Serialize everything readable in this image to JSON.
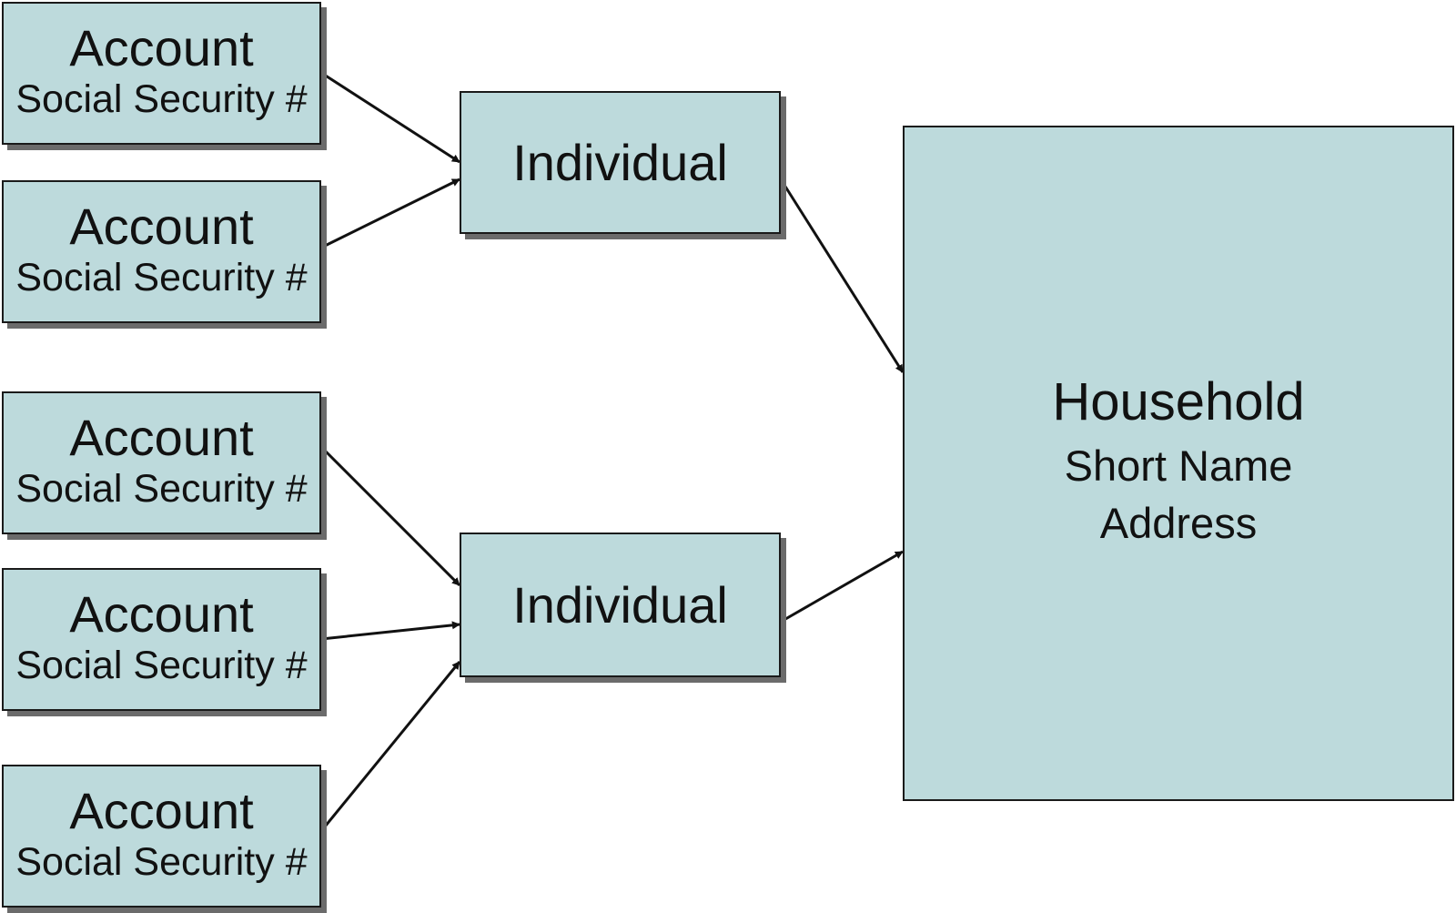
{
  "accounts": [
    {
      "title": "Account",
      "subtitle": "Social Security #"
    },
    {
      "title": "Account",
      "subtitle": "Social Security #"
    },
    {
      "title": "Account",
      "subtitle": "Social Security #"
    },
    {
      "title": "Account",
      "subtitle": "Social Security #"
    },
    {
      "title": "Account",
      "subtitle": "Social Security #"
    }
  ],
  "individuals": [
    {
      "title": "Individual"
    },
    {
      "title": "Individual"
    }
  ],
  "household": {
    "title": "Household",
    "line1": "Short Name",
    "line2": "Address"
  },
  "colors": {
    "box_fill": "#bddadc",
    "box_border": "#1a1a1a",
    "shadow": "#6b6b6b",
    "arrow": "#111111"
  }
}
